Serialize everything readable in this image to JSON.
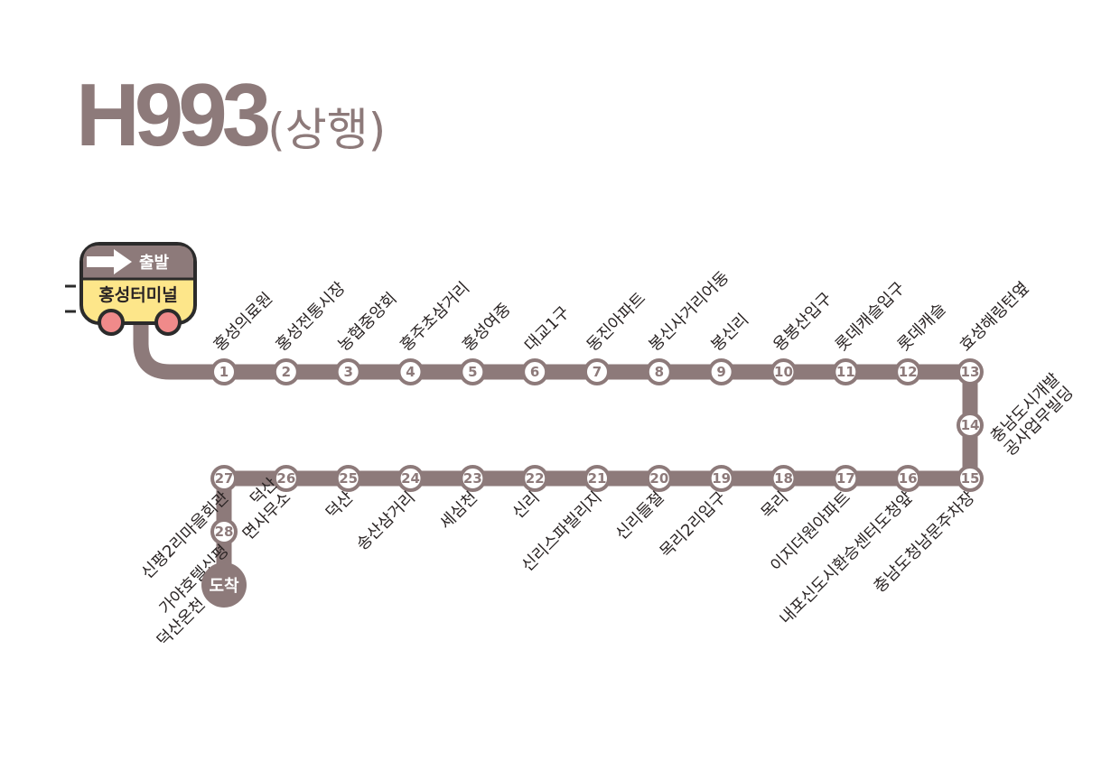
{
  "title": {
    "route_number": "H993",
    "direction": "(상행)"
  },
  "colors": {
    "route_line": "#8d7a7a",
    "bus_body": "#fde68a",
    "bus_outline": "#2b2b2b",
    "wheel": "#f08a8a",
    "stop_text": "#2a2424"
  },
  "bus": {
    "depart_label": "출발",
    "terminal_name": "홍성터미널",
    "icon": "bus-icon"
  },
  "arrival_label": "도착",
  "stops": [
    {
      "num": "1",
      "names": [
        "홍성의료원"
      ]
    },
    {
      "num": "2",
      "names": [
        "홍성전통시장"
      ]
    },
    {
      "num": "3",
      "names": [
        "농협중앙회"
      ]
    },
    {
      "num": "4",
      "names": [
        "홍주초삼거리"
      ]
    },
    {
      "num": "5",
      "names": [
        "홍성여중"
      ]
    },
    {
      "num": "6",
      "names": [
        "대교1구"
      ]
    },
    {
      "num": "7",
      "names": [
        "동진아파트"
      ]
    },
    {
      "num": "8",
      "names": [
        "봉신사거리어동"
      ]
    },
    {
      "num": "9",
      "names": [
        "봉신리"
      ]
    },
    {
      "num": "10",
      "names": [
        "용봉산입구"
      ]
    },
    {
      "num": "11",
      "names": [
        "롯데캐슬입구"
      ]
    },
    {
      "num": "12",
      "names": [
        "롯데캐슬"
      ]
    },
    {
      "num": "13",
      "names": [
        "효성해링턴옆"
      ]
    },
    {
      "num": "14",
      "names": [
        "충남도시개발",
        "공사업무빌딩"
      ]
    },
    {
      "num": "15",
      "names": [
        "충남도청남문주차장"
      ]
    },
    {
      "num": "16",
      "names": [
        "내포신도시환승센터도청앞"
      ]
    },
    {
      "num": "17",
      "names": [
        "이지더원아파트"
      ]
    },
    {
      "num": "18",
      "names": [
        "목리"
      ]
    },
    {
      "num": "19",
      "names": [
        "목리2리입구"
      ]
    },
    {
      "num": "20",
      "names": [
        "신리들절"
      ]
    },
    {
      "num": "21",
      "names": [
        "신리스파빌리지"
      ]
    },
    {
      "num": "22",
      "names": [
        "신리"
      ]
    },
    {
      "num": "23",
      "names": [
        "세심천"
      ]
    },
    {
      "num": "24",
      "names": [
        "송산삼거리"
      ]
    },
    {
      "num": "25",
      "names": [
        "덕산"
      ]
    },
    {
      "num": "26",
      "names": [
        "덕산",
        "면사무소"
      ]
    },
    {
      "num": "27",
      "names": [
        "신평2리마을회관"
      ]
    },
    {
      "num": "28",
      "names": [
        "가야호텔신평"
      ]
    }
  ],
  "final_stop_name": "덕산온천"
}
